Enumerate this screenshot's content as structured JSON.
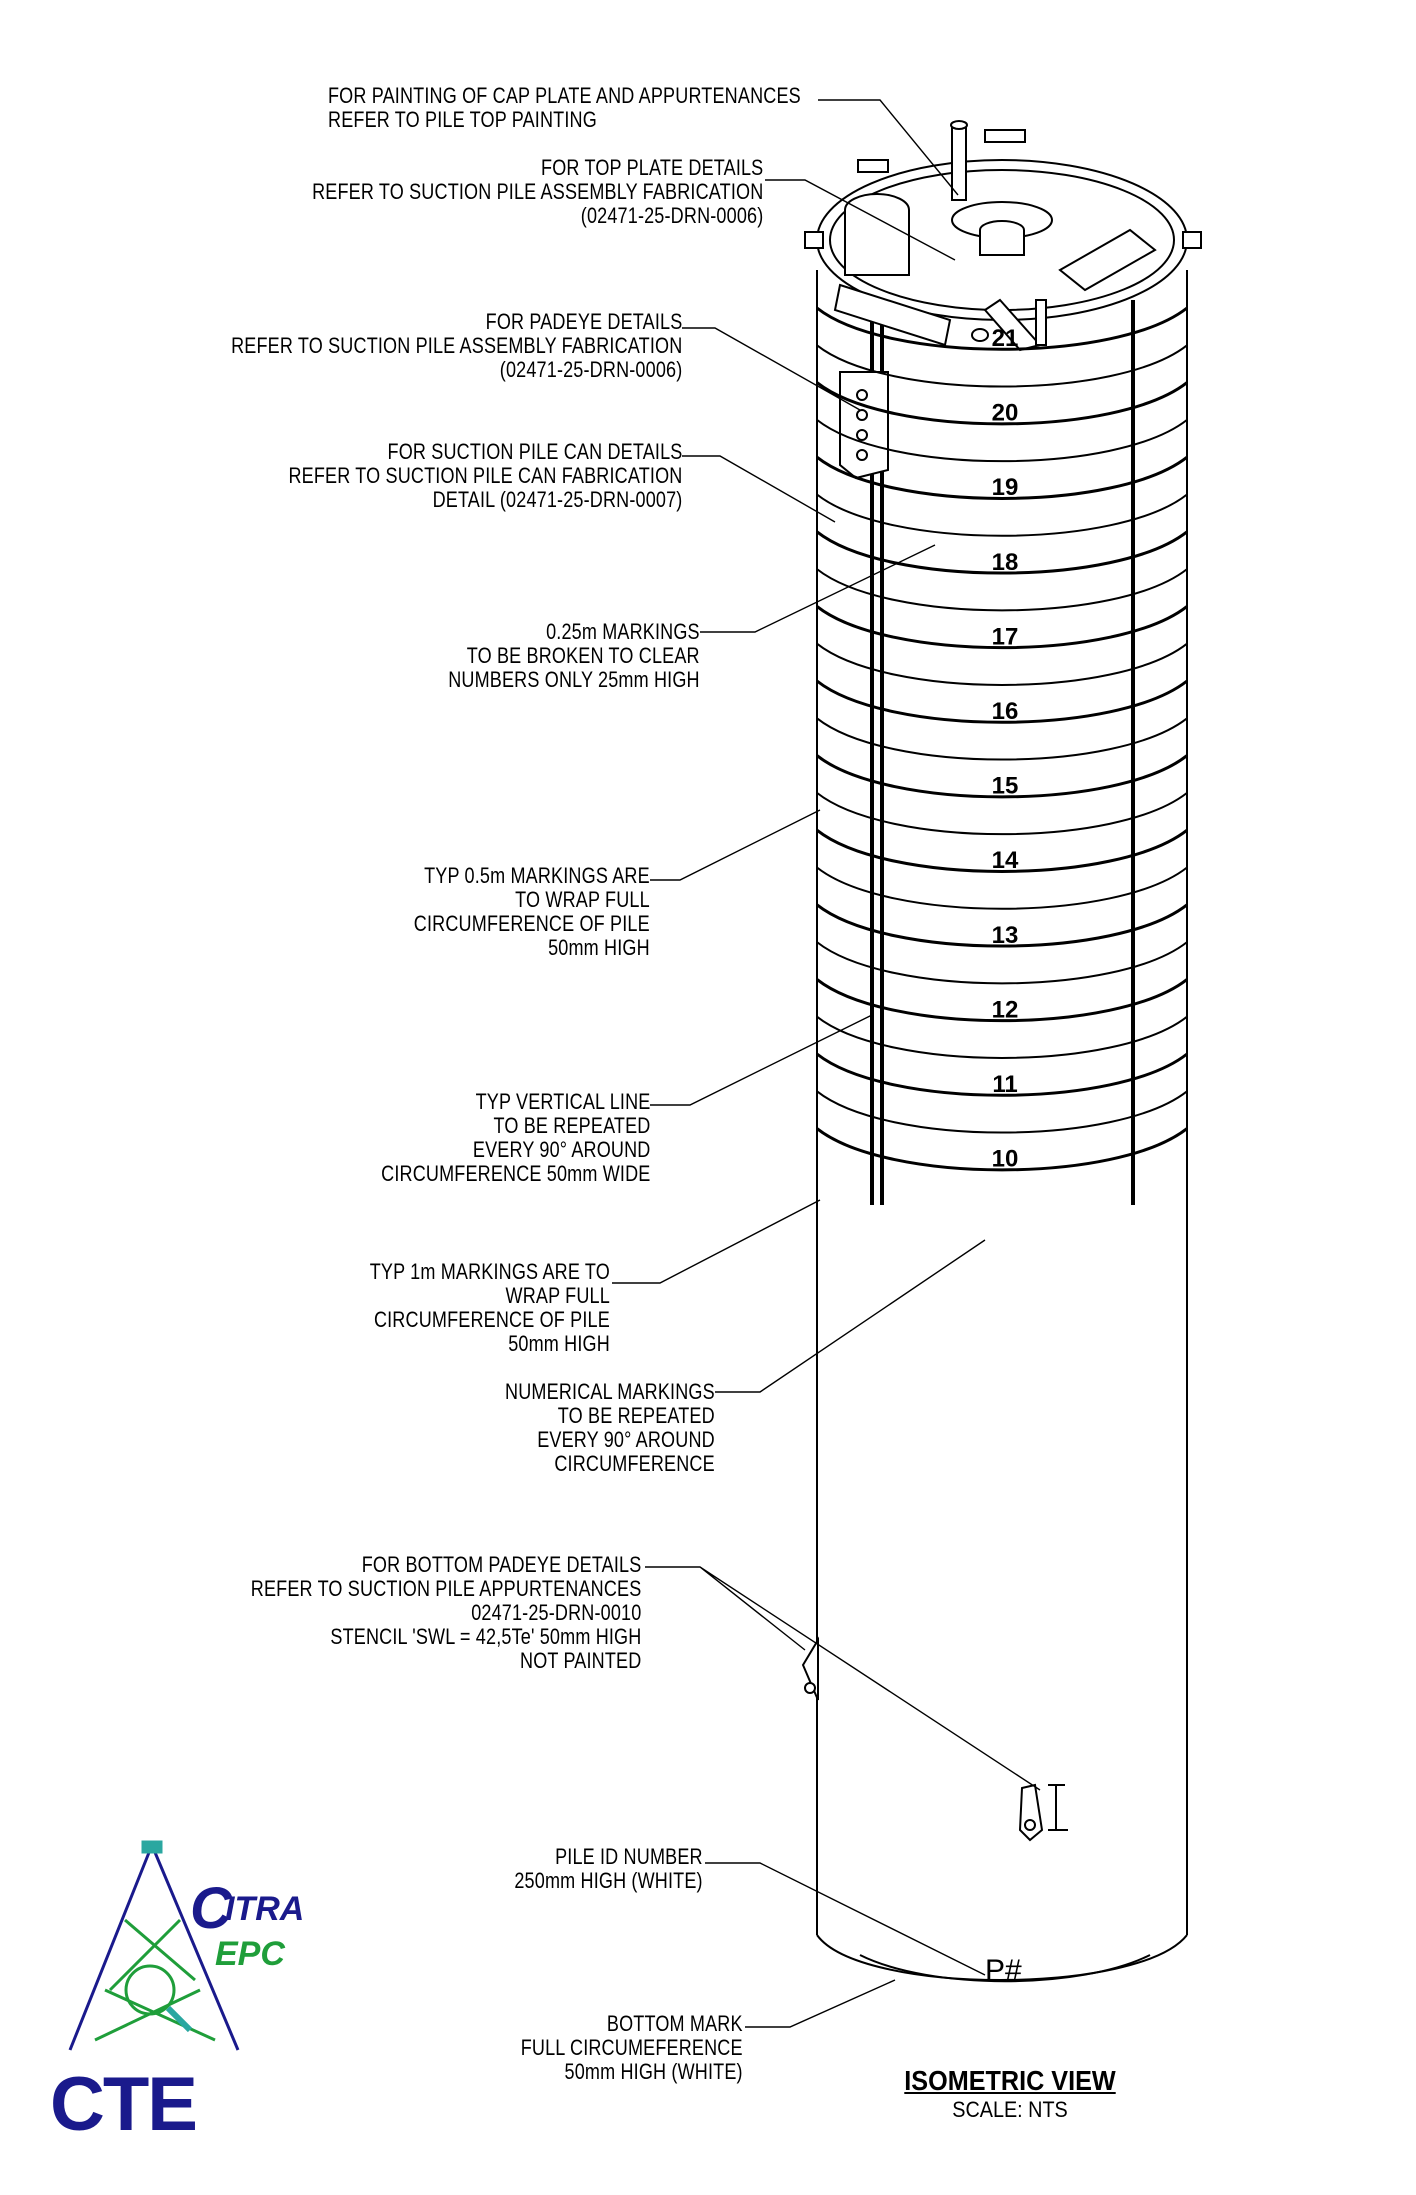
{
  "notes": {
    "cap_painting": [
      "FOR PAINTING OF CAP PLATE AND APPURTENANCES",
      "REFER TO PILE TOP PAINTING"
    ],
    "top_plate": [
      "FOR TOP PLATE DETAILS",
      "REFER TO SUCTION PILE ASSEMBLY FABRICATION",
      "(02471-25-DRN-0006)"
    ],
    "padeye": [
      "FOR PADEYE DETAILS",
      "REFER TO SUCTION PILE ASSEMBLY FABRICATION",
      "(02471-25-DRN-0006)"
    ],
    "can_details": [
      "FOR SUCTION PILE CAN DETAILS",
      "REFER TO SUCTION PILE CAN FABRICATION",
      "DETAIL (02471-25-DRN-0007)"
    ],
    "quarter_markings": [
      "0.25m MARKINGS",
      "TO BE BROKEN TO CLEAR",
      "NUMBERS ONLY 25mm HIGH"
    ],
    "half_markings": [
      "TYP 0.5m MARKINGS ARE",
      "TO WRAP FULL",
      "CIRCUMFERENCE OF PILE",
      "50mm HIGH"
    ],
    "vertical_line": [
      "TYP VERTICAL LINE",
      "TO BE REPEATED",
      "EVERY 90° AROUND",
      "CIRCUMFERENCE 50mm WIDE"
    ],
    "one_m_markings": [
      "TYP 1m MARKINGS ARE TO",
      "WRAP FULL",
      "CIRCUMFERENCE OF PILE",
      "50mm HIGH"
    ],
    "numerical_markings": [
      "NUMERICAL MARKINGS",
      "TO BE REPEATED",
      "EVERY 90° AROUND",
      "CIRCUMFERENCE"
    ],
    "bottom_padeye": [
      "FOR BOTTOM PADEYE DETAILS",
      "REFER TO SUCTION PILE APPURTENANCES",
      "02471-25-DRN-0010",
      "STENCIL 'SWL = 42,5Te' 50mm HIGH",
      "NOT PAINTED"
    ],
    "pile_id": [
      "PILE ID NUMBER",
      "250mm HIGH (WHITE)"
    ],
    "bottom_mark": [
      "BOTTOM MARK",
      "FULL CIRCUMEFERENCE",
      "50mm HIGH (WHITE)"
    ]
  },
  "ring_numbers": [
    "21",
    "20",
    "19",
    "18",
    "17",
    "16",
    "15",
    "14",
    "13",
    "12",
    "11",
    "10"
  ],
  "pile_id_label": "P#",
  "view": {
    "title": "ISOMETRIC VIEW",
    "scale": "SCALE: NTS"
  },
  "logo": {
    "line1": "ITRA",
    "line1_initial": "C",
    "line2": "EPC",
    "company": "CTE"
  },
  "colors": {
    "ink": "#000000",
    "logo_blue": "#1a1a8c",
    "logo_green": "#1f9e3a",
    "logo_teal": "#2aa7a0"
  }
}
